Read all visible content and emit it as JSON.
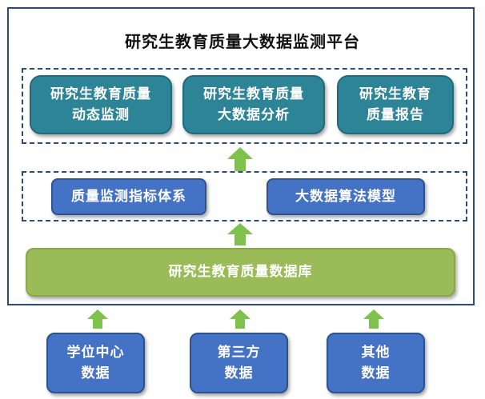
{
  "title": "研究生教育质量大数据监测平台",
  "top_modules": [
    {
      "line1": "研究生教育质量",
      "line2": "动态监测"
    },
    {
      "line1": "研究生教育质量",
      "line2": "大数据分析"
    },
    {
      "line1": "研究生教育",
      "line2": "质量报告"
    }
  ],
  "middle_modules": [
    "质量监测指标体系",
    "大数据算法模型"
  ],
  "database": "研究生教育质量数据库",
  "sources": [
    {
      "line1": "学位中心",
      "line2": "数据"
    },
    {
      "line1": "第三方",
      "line2": "数据"
    },
    {
      "line1": "其他",
      "line2": "数据"
    }
  ],
  "colors": {
    "module_teal": "#2e8497",
    "module_blue": "#4472c4",
    "database_olive": "#9bbb59",
    "arrow_green": "#7ec24d",
    "border_navy": "#2b4a7a"
  },
  "icons": [
    "up-arrow-icon"
  ]
}
